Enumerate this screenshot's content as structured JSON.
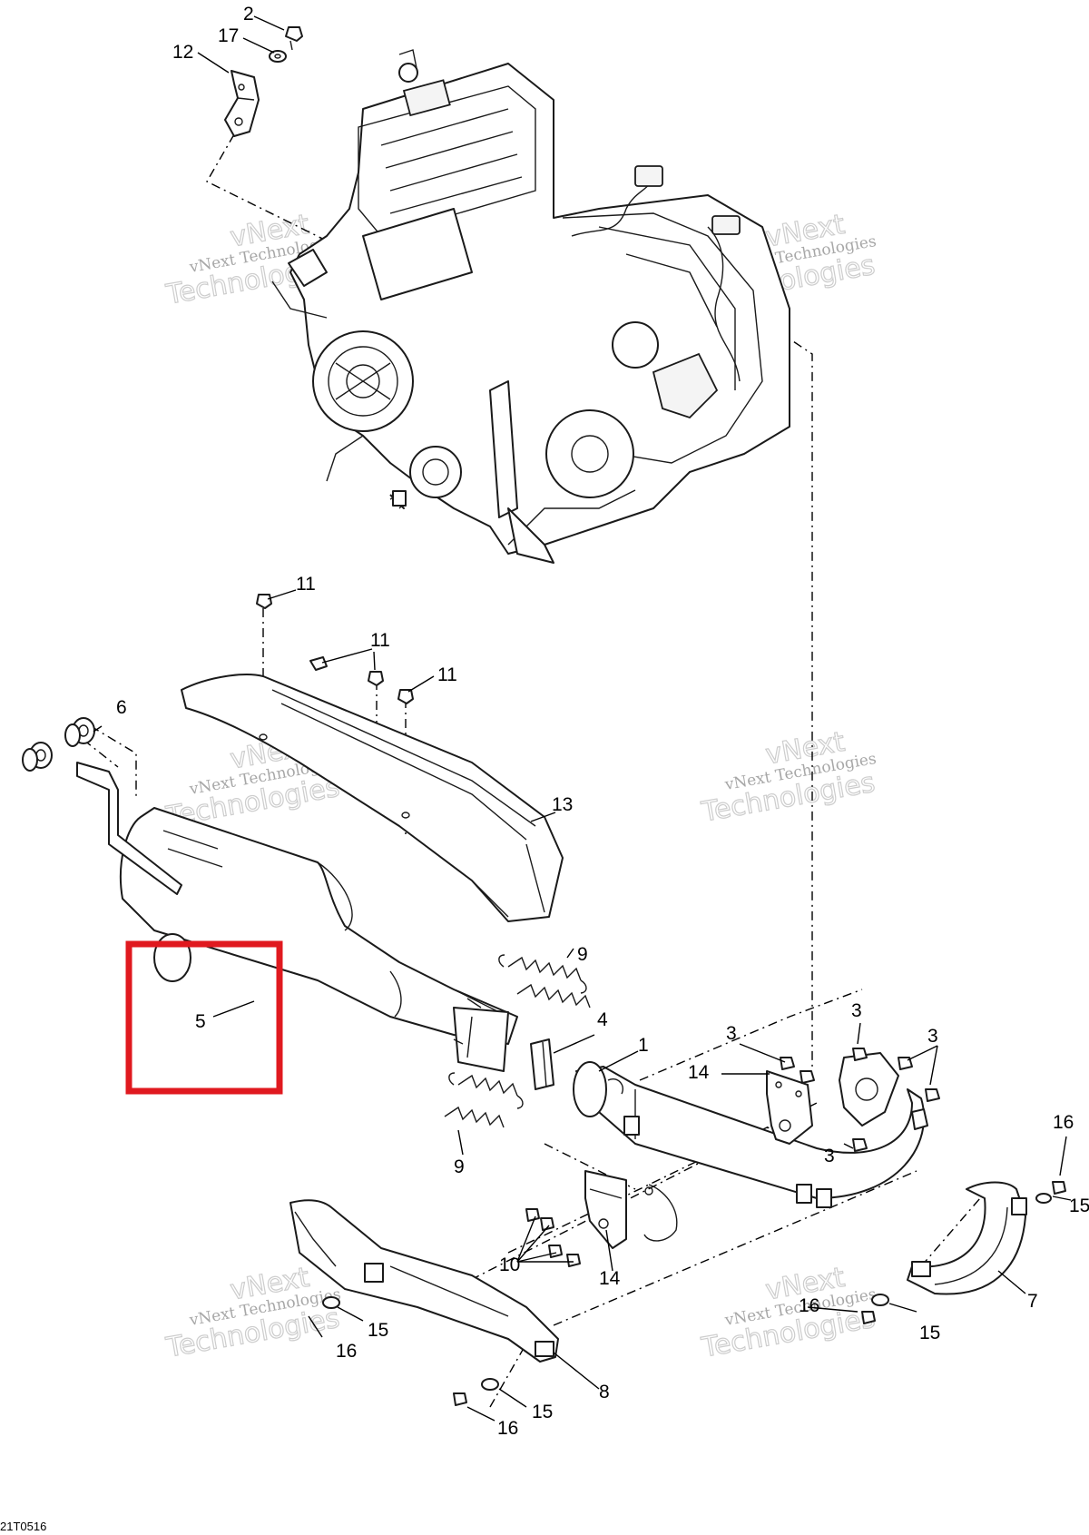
{
  "diagram_code": "21T0516",
  "watermark": {
    "line1": "vNext Technologies",
    "line2": "vNext",
    "line3": "Technologies"
  },
  "callouts": {
    "c1": "1",
    "c2": "2",
    "c3": "3",
    "c4": "4",
    "c5": "5",
    "c6": "6",
    "c7": "7",
    "c8": "8",
    "c9": "9",
    "c10": "10",
    "c11": "11",
    "c12": "12",
    "c13": "13",
    "c14": "14",
    "c15": "15",
    "c16": "16",
    "c17": "17"
  },
  "highlight_color": "#e0191f"
}
